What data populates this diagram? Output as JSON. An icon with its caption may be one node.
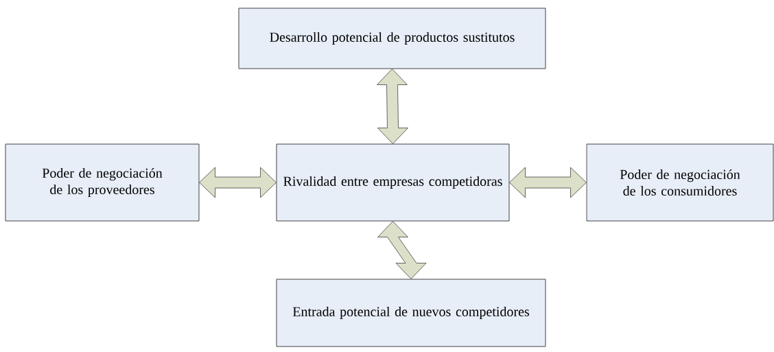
{
  "diagram": {
    "nodes": [
      {
        "text": [
          "Desarrollo potencial de productos sustitutos"
        ]
      },
      {
        "text": [
          "Poder de negociación de los proveedores"
        ]
      },
      {
        "text": [
          "Rivalidad entre empresas competidoras"
        ]
      },
      {
        "text": [
          "Poder de negociación de los consumidores"
        ]
      },
      {
        "text": [
          "Entrada potencial de nuevos competidores"
        ]
      }
    ],
    "edges": [
      {
        "from": 0,
        "to": 2,
        "arrow": "both"
      },
      {
        "from": 1,
        "to": 2,
        "arrow": "both"
      },
      {
        "from": 2,
        "to": 3,
        "arrow": "both"
      },
      {
        "from": 2,
        "to": 4,
        "arrow": "both"
      }
    ]
  }
}
